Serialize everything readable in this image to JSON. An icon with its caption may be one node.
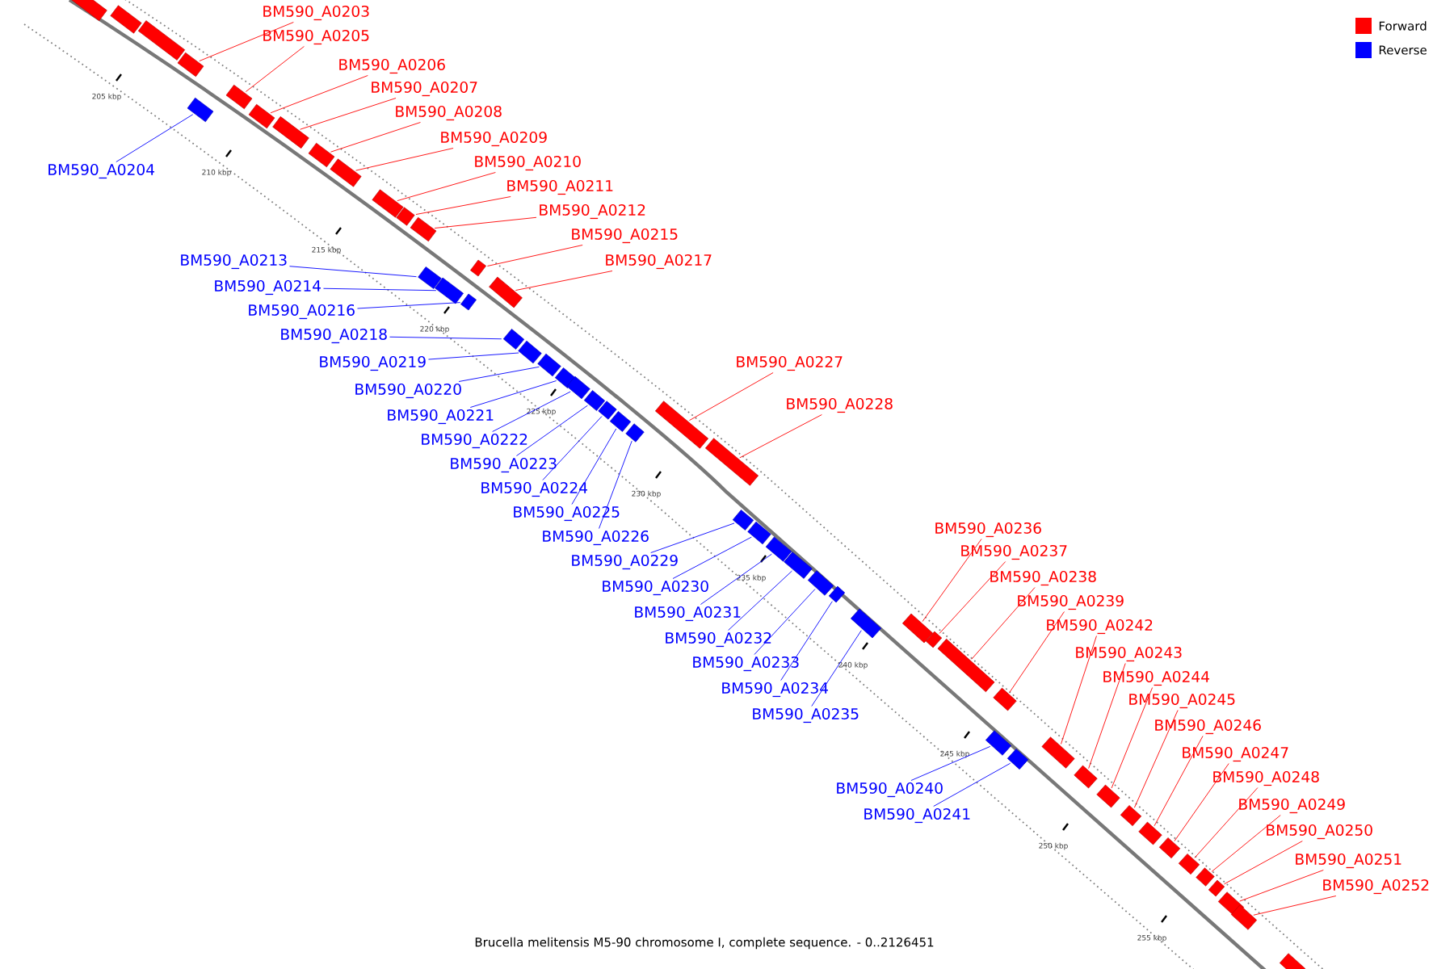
{
  "diagram": {
    "caption": "Brucella melitensis M5-90 chromosome I, complete sequence. - 0..2126451",
    "nodes": [
      {
        "text": [],
        "shape": "bar"
      },
      {
        "text": [],
        "shape": "bar"
      },
      {
        "text": [],
        "shape": "bar"
      },
      {
        "text": [
          "BM590_A0203"
        ]
      },
      {
        "text": [],
        "shape": "bar"
      },
      {
        "text": [
          "BM590_A0204"
        ]
      },
      {
        "text": [],
        "shape": "bar"
      },
      {
        "text": [
          "BM590_A0205"
        ]
      },
      {
        "text": [],
        "shape": "bar"
      },
      {
        "text": [
          "BM590_A0206"
        ]
      },
      {
        "text": [],
        "shape": "bar"
      },
      {
        "text": [
          "BM590_A0207"
        ]
      },
      {
        "text": [],
        "shape": "bar"
      },
      {
        "text": [
          "BM590_A0208"
        ]
      },
      {
        "text": [],
        "shape": "bar"
      },
      {
        "text": [
          "BM590_A0209"
        ]
      },
      {
        "text": [],
        "shape": "bar"
      },
      {
        "text": [
          "BM590_A0210"
        ]
      },
      {
        "text": [],
        "shape": "bar"
      },
      {
        "text": [
          "BM590_A0211"
        ]
      },
      {
        "text": [],
        "shape": "bar"
      },
      {
        "text": [
          "BM590_A0212"
        ]
      },
      {
        "text": [],
        "shape": "bar"
      },
      {
        "text": [
          "BM590_A0213"
        ]
      },
      {
        "text": [],
        "shape": "bar"
      },
      {
        "text": [
          "BM590_A0214"
        ]
      },
      {
        "text": [],
        "shape": "bar"
      },
      {
        "text": [
          "BM590_A0215"
        ]
      },
      {
        "text": [],
        "shape": "bar"
      },
      {
        "text": [
          "BM590_A0216"
        ]
      },
      {
        "text": [],
        "shape": "bar"
      },
      {
        "text": [
          "BM590_A0217"
        ]
      },
      {
        "text": [],
        "shape": "bar"
      },
      {
        "text": [
          "BM590_A0218"
        ]
      },
      {
        "text": [],
        "shape": "bar"
      },
      {
        "text": [
          "BM590_A0219"
        ]
      },
      {
        "text": [],
        "shape": "bar"
      },
      {
        "text": [
          "BM590_A0220"
        ]
      },
      {
        "text": [],
        "shape": "bar"
      },
      {
        "text": [
          "BM590_A0221"
        ]
      },
      {
        "text": [],
        "shape": "bar"
      },
      {
        "text": [
          "BM590_A0222"
        ]
      },
      {
        "text": [],
        "shape": "bar"
      },
      {
        "text": [
          "BM590_A0223"
        ]
      },
      {
        "text": [],
        "shape": "bar"
      },
      {
        "text": [
          "BM590_A0224"
        ]
      },
      {
        "text": [],
        "shape": "bar"
      },
      {
        "text": [
          "BM590_A0225"
        ]
      },
      {
        "text": [],
        "shape": "bar"
      },
      {
        "text": [
          "BM590_A0226"
        ]
      },
      {
        "text": [],
        "shape": "bar"
      },
      {
        "text": [
          "BM590_A0227"
        ]
      },
      {
        "text": [],
        "shape": "bar"
      },
      {
        "text": [
          "BM590_A0228"
        ]
      },
      {
        "text": [],
        "shape": "bar"
      },
      {
        "text": [
          "BM590_A0229"
        ]
      },
      {
        "text": [],
        "shape": "bar"
      },
      {
        "text": [
          "BM590_A0230"
        ]
      },
      {
        "text": [],
        "shape": "bar"
      },
      {
        "text": [
          "BM590_A0231"
        ]
      },
      {
        "text": [],
        "shape": "bar"
      },
      {
        "text": [
          "BM590_A0232"
        ]
      },
      {
        "text": [],
        "shape": "bar"
      },
      {
        "text": [
          "BM590_A0233"
        ]
      },
      {
        "text": [],
        "shape": "bar"
      },
      {
        "text": [
          "BM590_A0234"
        ]
      },
      {
        "text": [],
        "shape": "bar"
      },
      {
        "text": [
          "BM590_A0235"
        ]
      },
      {
        "text": [],
        "shape": "bar"
      },
      {
        "text": [
          "BM590_A0236"
        ]
      },
      {
        "text": [],
        "shape": "bar"
      },
      {
        "text": [
          "BM590_A0237"
        ]
      },
      {
        "text": [],
        "shape": "bar"
      },
      {
        "text": [
          "BM590_A0238"
        ]
      },
      {
        "text": [],
        "shape": "bar"
      },
      {
        "text": [
          "BM590_A0239"
        ]
      },
      {
        "text": [],
        "shape": "bar"
      },
      {
        "text": [
          "BM590_A0240"
        ]
      },
      {
        "text": [],
        "shape": "bar"
      },
      {
        "text": [
          "BM590_A0241"
        ]
      },
      {
        "text": [],
        "shape": "bar"
      },
      {
        "text": [
          "BM590_A0242"
        ]
      },
      {
        "text": [],
        "shape": "bar"
      },
      {
        "text": [
          "BM590_A0243"
        ]
      },
      {
        "text": [],
        "shape": "bar"
      },
      {
        "text": [
          "BM590_A0244"
        ]
      },
      {
        "text": [],
        "shape": "bar"
      },
      {
        "text": [
          "BM590_A0245"
        ]
      },
      {
        "text": [],
        "shape": "bar"
      },
      {
        "text": [
          "BM590_A0246"
        ]
      },
      {
        "text": [],
        "shape": "bar"
      },
      {
        "text": [
          "BM590_A0247"
        ]
      },
      {
        "text": [],
        "shape": "bar"
      },
      {
        "text": [
          "BM590_A0248"
        ]
      },
      {
        "text": [],
        "shape": "bar"
      },
      {
        "text": [
          "BM590_A0249"
        ]
      },
      {
        "text": [],
        "shape": "bar"
      },
      {
        "text": [
          "BM590_A0250"
        ]
      },
      {
        "text": [],
        "shape": "bar"
      },
      {
        "text": [
          "BM590_A0251"
        ]
      },
      {
        "text": [],
        "shape": "bar"
      },
      {
        "text": [
          "BM590_A0252"
        ]
      },
      {
        "text": [],
        "shape": "bar"
      },
      {
        "text": [],
        "shape": "bar"
      }
    ],
    "edges": [
      {
        "from": 3,
        "to": 4,
        "arrow": "none"
      },
      {
        "from": 5,
        "to": 6,
        "arrow": "none",
        "color": "#0000ff"
      },
      {
        "from": 7,
        "to": 8,
        "arrow": "none"
      },
      {
        "from": 9,
        "to": 10,
        "arrow": "none"
      },
      {
        "from": 11,
        "to": 12,
        "arrow": "none"
      },
      {
        "from": 13,
        "to": 14,
        "arrow": "none"
      },
      {
        "from": 15,
        "to": 16,
        "arrow": "none"
      },
      {
        "from": 17,
        "to": 18,
        "arrow": "none"
      },
      {
        "from": 19,
        "to": 20,
        "arrow": "none"
      },
      {
        "from": 21,
        "to": 22,
        "arrow": "none"
      },
      {
        "from": 23,
        "to": 24,
        "arrow": "none",
        "color": "#0000ff"
      },
      {
        "from": 25,
        "to": 26,
        "arrow": "none",
        "color": "#0000ff"
      },
      {
        "from": 27,
        "to": 28,
        "arrow": "none"
      },
      {
        "from": 29,
        "to": 30,
        "arrow": "none",
        "color": "#0000ff"
      },
      {
        "from": 31,
        "to": 32,
        "arrow": "none"
      },
      {
        "from": 33,
        "to": 34,
        "arrow": "none",
        "color": "#0000ff"
      },
      {
        "from": 35,
        "to": 36,
        "arrow": "none",
        "color": "#0000ff"
      },
      {
        "from": 37,
        "to": 38,
        "arrow": "none",
        "color": "#0000ff"
      },
      {
        "from": 39,
        "to": 40,
        "arrow": "none",
        "color": "#0000ff"
      },
      {
        "from": 41,
        "to": 42,
        "arrow": "none",
        "color": "#0000ff"
      },
      {
        "from": 43,
        "to": 44,
        "arrow": "none",
        "color": "#0000ff"
      },
      {
        "from": 45,
        "to": 46,
        "arrow": "none",
        "color": "#0000ff"
      },
      {
        "from": 47,
        "to": 48,
        "arrow": "none",
        "color": "#0000ff"
      },
      {
        "from": 49,
        "to": 50,
        "arrow": "none",
        "color": "#0000ff"
      },
      {
        "from": 51,
        "to": 52,
        "arrow": "none"
      },
      {
        "from": 53,
        "to": 54,
        "arrow": "none"
      },
      {
        "from": 55,
        "to": 56,
        "arrow": "none",
        "color": "#0000ff"
      },
      {
        "from": 57,
        "to": 58,
        "arrow": "none",
        "color": "#0000ff"
      },
      {
        "from": 59,
        "to": 60,
        "arrow": "none",
        "color": "#0000ff"
      },
      {
        "from": 61,
        "to": 62,
        "arrow": "none",
        "color": "#0000ff"
      },
      {
        "from": 63,
        "to": 64,
        "arrow": "none",
        "color": "#0000ff"
      },
      {
        "from": 65,
        "to": 66,
        "arrow": "none",
        "color": "#0000ff"
      },
      {
        "from": 67,
        "to": 68,
        "arrow": "none",
        "color": "#0000ff"
      },
      {
        "from": 69,
        "to": 70,
        "arrow": "none"
      },
      {
        "from": 71,
        "to": 72,
        "arrow": "none"
      },
      {
        "from": 73,
        "to": 74,
        "arrow": "none"
      },
      {
        "from": 75,
        "to": 76,
        "arrow": "none"
      },
      {
        "from": 77,
        "to": 78,
        "arrow": "none",
        "color": "#0000ff"
      },
      {
        "from": 79,
        "to": 80,
        "arrow": "none",
        "color": "#0000ff"
      },
      {
        "from": 81,
        "to": 82,
        "arrow": "none"
      },
      {
        "from": 83,
        "to": 84,
        "arrow": "none"
      },
      {
        "from": 85,
        "to": 86,
        "arrow": "none"
      },
      {
        "from": 87,
        "to": 88,
        "arrow": "none"
      },
      {
        "from": 89,
        "to": 90,
        "arrow": "none"
      },
      {
        "from": 91,
        "to": 92,
        "arrow": "none"
      },
      {
        "from": 93,
        "to": 94,
        "arrow": "none"
      },
      {
        "from": 95,
        "to": 96,
        "arrow": "none"
      },
      {
        "from": 97,
        "to": 98,
        "arrow": "none"
      },
      {
        "from": 99,
        "to": 100,
        "arrow": "none"
      },
      {
        "from": 101,
        "to": 102,
        "arrow": "none"
      }
    ],
    "labels": [
      "205 kbp",
      "210 kbp",
      "215 kbp",
      "220 kbp",
      "225 kbp",
      "230 kbp",
      "235 kbp",
      "240 kbp",
      "245 kbp",
      "250 kbp",
      "255 kbp"
    ],
    "legend": [
      {
        "text": "Forward",
        "color": "#ff0000"
      },
      {
        "text": "Reverse",
        "color": "#0000ff"
      }
    ]
  }
}
